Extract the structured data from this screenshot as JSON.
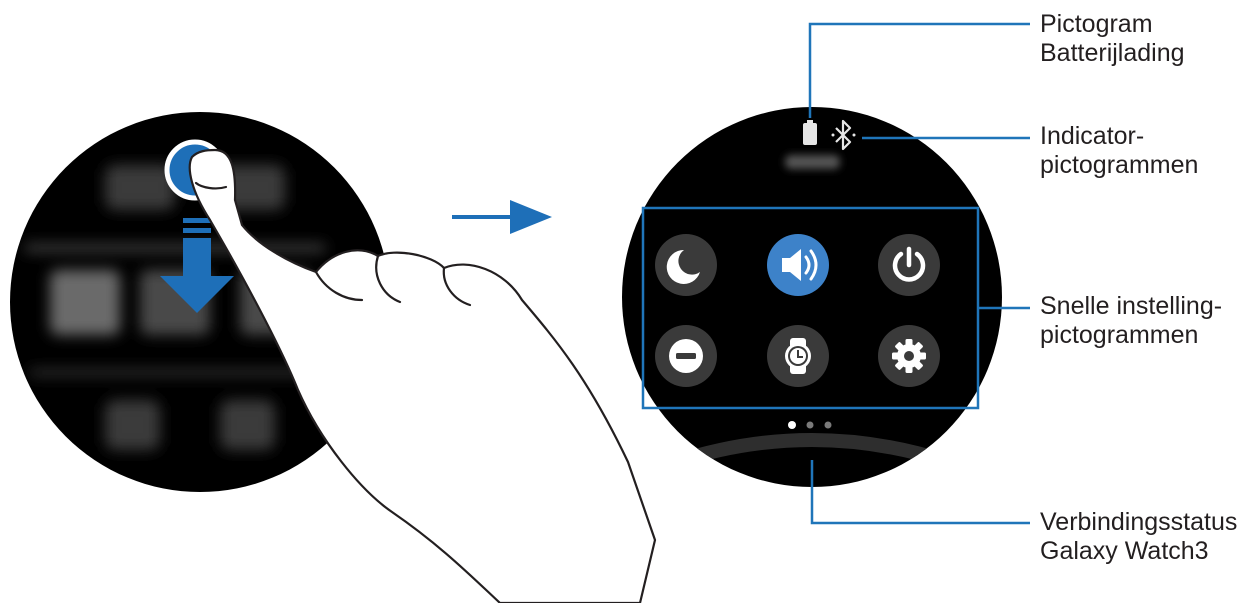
{
  "labels": {
    "battery": {
      "line1": "Pictogram",
      "line2": "Batterijlading"
    },
    "indicator": {
      "line1": "Indicator-",
      "line2": "pictogrammen"
    },
    "quick": {
      "line1": "Snelle instelling-",
      "line2": "pictogrammen"
    },
    "connection": {
      "line1": "Verbindingsstatus",
      "line2": "Galaxy Watch3"
    }
  },
  "quick_settings": {
    "icons": [
      "moon-icon",
      "volume-icon",
      "power-icon",
      "minus-icon",
      "watch-icon",
      "gear-icon"
    ],
    "active": "volume-icon"
  },
  "page_indicator": {
    "count": 3,
    "active": 1
  },
  "gesture": {
    "action": "swipe-down"
  },
  "colors": {
    "accent": "#1e6fb8",
    "callout_line": "#1f75b9",
    "icon_bg": "#3a3a3a",
    "active_icon_bg": "#3d82c9",
    "watch_face": "#000000"
  }
}
